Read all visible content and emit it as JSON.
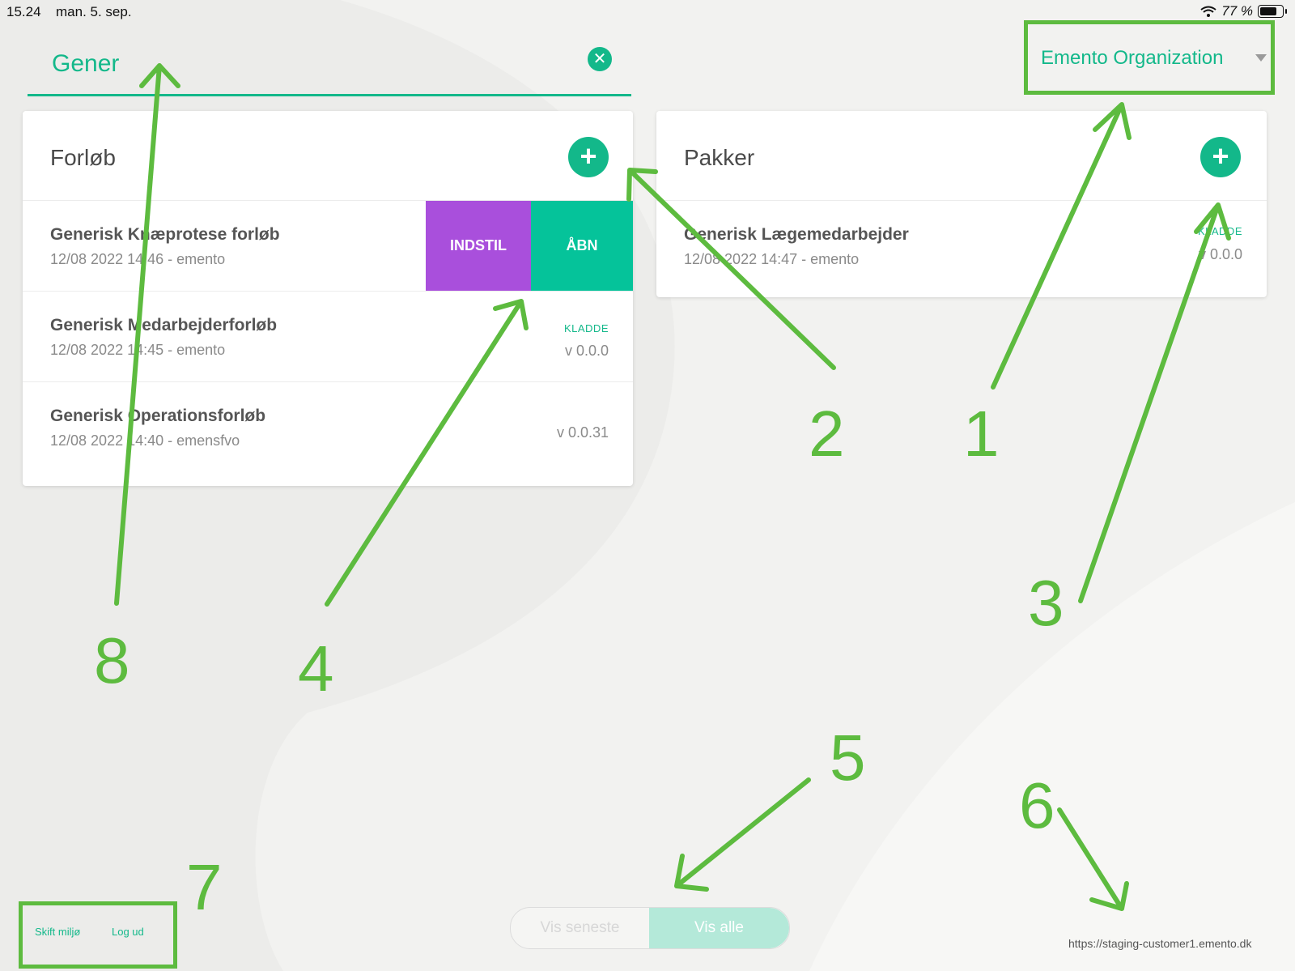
{
  "status_bar": {
    "time": "15.24",
    "date": "man. 5. sep.",
    "battery": "77 %",
    "icons": [
      "wifi-icon",
      "battery-icon"
    ]
  },
  "search": {
    "value": "Gener",
    "clear_icon": "close-circle-icon"
  },
  "organization": {
    "selected": "Emento Organization",
    "icon": "caret-down-icon"
  },
  "forlob": {
    "title": "Forløb",
    "add_icon": "plus-icon",
    "items": [
      {
        "title": "Generisk Knæprotese forløb",
        "meta": "12/08 2022 14:46 - emento",
        "badge": "",
        "version": "",
        "actions": [
          "INDSTIL",
          "ÅBN"
        ]
      },
      {
        "title": "Generisk Medarbejderforløb",
        "meta": "12/08 2022 14:45 - emento",
        "badge": "KLADDE",
        "version": "v 0.0.0"
      },
      {
        "title": "Generisk Operationsforløb",
        "meta": "12/08 2022 14:40 - emensfvo",
        "badge": "",
        "version": "v 0.0.31"
      }
    ]
  },
  "pakker": {
    "title": "Pakker",
    "add_icon": "plus-icon",
    "items": [
      {
        "title": "Generisk Lægemedarbejder",
        "meta": "12/08 2022 14:47 - emento",
        "badge": "KLADDE",
        "version": "v 0.0.0"
      }
    ]
  },
  "view_toggle": {
    "latest": "Vis seneste",
    "all": "Vis alle",
    "active": "all"
  },
  "footer": {
    "switch_env": "Skift miljø",
    "logout": "Log ud",
    "url": "https://staging-customer1.emento.dk"
  },
  "annotations": {
    "labels": [
      "1",
      "2",
      "3",
      "4",
      "5",
      "6",
      "7",
      "8"
    ],
    "color": "#5dbb3f"
  },
  "colors": {
    "accent": "#13b88a",
    "indstil": "#a94fdc",
    "aabn": "#05c39a",
    "background": "#f2f2f0"
  }
}
